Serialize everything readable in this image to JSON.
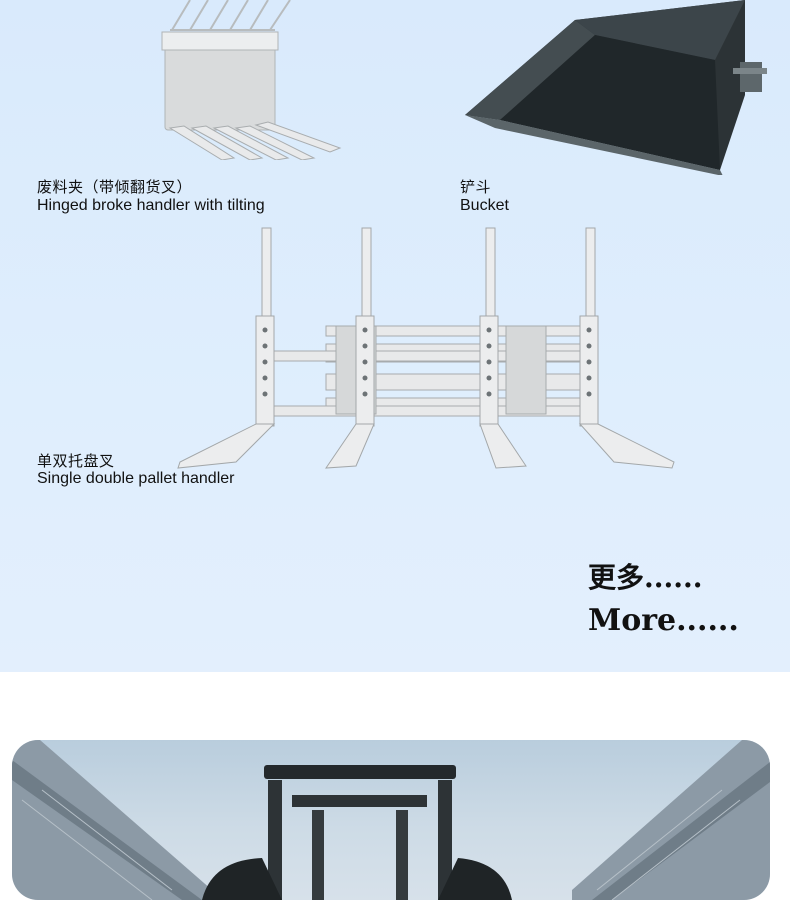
{
  "products": [
    {
      "cn": "废料夹（带倾翻货叉）",
      "en": "Hinged broke handler with tilting",
      "icon": "broke-handler-icon"
    },
    {
      "cn": "铲斗",
      "en": "Bucket",
      "icon": "bucket-icon"
    },
    {
      "cn": "单双托盘叉",
      "en": "Single double pallet handler",
      "icon": "pallet-handler-icon"
    }
  ],
  "more": {
    "cn": "更多......",
    "en": "More......"
  },
  "colors": {
    "panel_bg": "#dfeefd",
    "steel": "#e7e9ea",
    "bucket": "#2c3336"
  }
}
